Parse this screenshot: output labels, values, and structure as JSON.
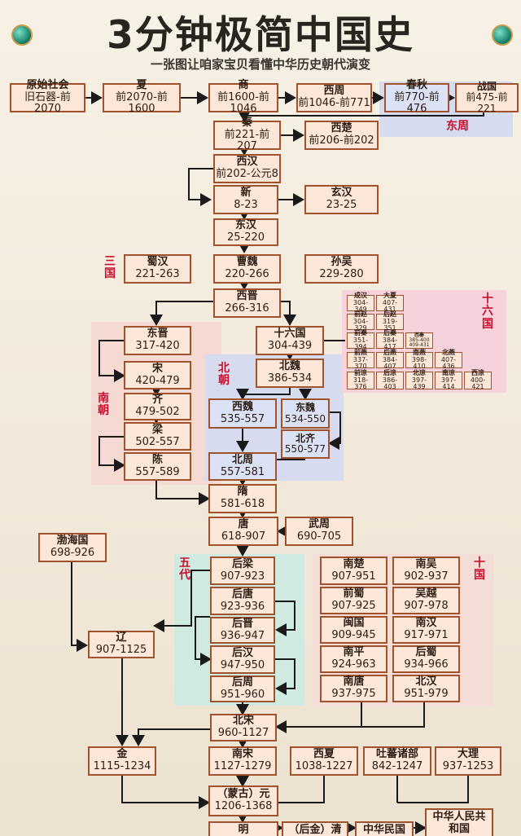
{
  "title": "3分钟极简中国史",
  "subtitle": "一张图让咱家宝贝看懂中华历史朝代演变",
  "group_labels": {
    "dongzhou": "东周",
    "sanguo": [
      "三",
      "国"
    ],
    "nanchao": [
      "南",
      "朝"
    ],
    "beichao": [
      "北",
      "朝"
    ],
    "shiliuguo": [
      "十",
      "六",
      "国"
    ],
    "wudai": [
      "五",
      "代"
    ],
    "shiguo": [
      "十",
      "国"
    ]
  },
  "colors": {
    "border": "#a0522d",
    "box": "#fde7d8",
    "accent": "#c8102e"
  },
  "dynasties": {
    "yuanshi": {
      "name": "原始社会",
      "dates": "旧石器-前2070"
    },
    "xia": {
      "name": "夏",
      "dates": "前2070-前1600"
    },
    "shang": {
      "name": "商",
      "dates": "前1600-前1046"
    },
    "xizhou": {
      "name": "西周",
      "dates": "前1046-前771"
    },
    "chunqiu": {
      "name": "春秋",
      "dates": "前770-前476"
    },
    "zhanguo": {
      "name": "战国",
      "dates": "前475-前221"
    },
    "qin": {
      "name": "秦",
      "dates": "前221-前207"
    },
    "xichu": {
      "name": "西楚",
      "dates": "前206-前202"
    },
    "xihan": {
      "name": "西汉",
      "dates": "前202-公元8"
    },
    "xin": {
      "name": "新",
      "dates": "8-23"
    },
    "xuanhan": {
      "name": "玄汉",
      "dates": "23-25"
    },
    "donghan": {
      "name": "东汉",
      "dates": "25-220"
    },
    "shuhan": {
      "name": "蜀汉",
      "dates": "221-263"
    },
    "caowei": {
      "name": "曹魏",
      "dates": "220-266"
    },
    "sunwu": {
      "name": "孙吴",
      "dates": "229-280"
    },
    "xijin": {
      "name": "西晋",
      "dates": "266-316"
    },
    "dongjin": {
      "name": "东晋",
      "dates": "317-420"
    },
    "shiliuguo": {
      "name": "十六国",
      "dates": "304-439"
    },
    "song_s": {
      "name": "宋",
      "dates": "420-479"
    },
    "qi": {
      "name": "齐",
      "dates": "479-502"
    },
    "liang": {
      "name": "梁",
      "dates": "502-557"
    },
    "chen": {
      "name": "陈",
      "dates": "557-589"
    },
    "beiwei": {
      "name": "北魏",
      "dates": "386-534"
    },
    "xiwei": {
      "name": "西魏",
      "dates": "535-557"
    },
    "dongwei": {
      "name": "东魏",
      "dates": "534-550"
    },
    "beiqi": {
      "name": "北齐",
      "dates": "550-577"
    },
    "beizhou": {
      "name": "北周",
      "dates": "557-581"
    },
    "sui": {
      "name": "隋",
      "dates": "581-618"
    },
    "tang": {
      "name": "唐",
      "dates": "618-907"
    },
    "wuzhou": {
      "name": "武周",
      "dates": "690-705"
    },
    "bohai": {
      "name": "渤海国",
      "dates": "698-926"
    },
    "houliang": {
      "name": "后梁",
      "dates": "907-923"
    },
    "houtang": {
      "name": "后唐",
      "dates": "923-936"
    },
    "houjin": {
      "name": "后晋",
      "dates": "936-947"
    },
    "houhan": {
      "name": "后汉",
      "dates": "947-950"
    },
    "houzhou": {
      "name": "后周",
      "dates": "951-960"
    },
    "liao": {
      "name": "辽",
      "dates": "907-1125"
    },
    "nanchu": {
      "name": "南楚",
      "dates": "907-951"
    },
    "nanwu": {
      "name": "南吴",
      "dates": "902-937"
    },
    "qianshu": {
      "name": "前蜀",
      "dates": "907-925"
    },
    "wuyue": {
      "name": "吴越",
      "dates": "907-978"
    },
    "minguo_10": {
      "name": "闽国",
      "dates": "909-945"
    },
    "nanhan": {
      "name": "南汉",
      "dates": "917-971"
    },
    "nanping": {
      "name": "南平",
      "dates": "924-963"
    },
    "houshu": {
      "name": "后蜀",
      "dates": "934-966"
    },
    "nantang": {
      "name": "南唐",
      "dates": "937-975"
    },
    "beihan": {
      "name": "北汉",
      "dates": "951-979"
    },
    "beisong": {
      "name": "北宋",
      "dates": "960-1127"
    },
    "jin": {
      "name": "金",
      "dates": "1115-1234"
    },
    "nansong": {
      "name": "南宋",
      "dates": "1127-1279"
    },
    "xixia": {
      "name": "西夏",
      "dates": "1038-1227"
    },
    "tubo": {
      "name": "吐蕃诸部",
      "dates": "842-1247"
    },
    "dali": {
      "name": "大理",
      "dates": "937-1253"
    },
    "yuan": {
      "name": "（蒙古）元",
      "dates": "1206-1368"
    },
    "ming": {
      "name": "明",
      "dates": ""
    },
    "qing": {
      "name": "（后金）清",
      "dates": ""
    },
    "zhmg": {
      "name": "中华民国",
      "dates": ""
    },
    "prc": {
      "name": "中华人民共和国",
      "dates": ""
    }
  },
  "sixteen_kingdoms": [
    {
      "name": "成汉",
      "dates": "304-349"
    },
    {
      "name": "大夏",
      "dates": "407-431"
    },
    {
      "name": "前赵",
      "dates": "304-329"
    },
    {
      "name": "后赵",
      "dates": "319-351"
    },
    {
      "name": "前秦",
      "dates": "351-394"
    },
    {
      "name": "后秦",
      "dates": "384-417"
    },
    {
      "name": "西秦",
      "dates": "385-400 409-431"
    },
    {
      "name": "前燕",
      "dates": "337-370"
    },
    {
      "name": "后燕",
      "dates": "384-407"
    },
    {
      "name": "南燕",
      "dates": "398-410"
    },
    {
      "name": "北燕",
      "dates": "407-436"
    },
    {
      "name": "前凉",
      "dates": "318-376"
    },
    {
      "name": "后凉",
      "dates": "386-403"
    },
    {
      "name": "北凉",
      "dates": "397-439"
    },
    {
      "name": "南凉",
      "dates": "397-414"
    },
    {
      "name": "西凉",
      "dates": "400-421"
    }
  ]
}
